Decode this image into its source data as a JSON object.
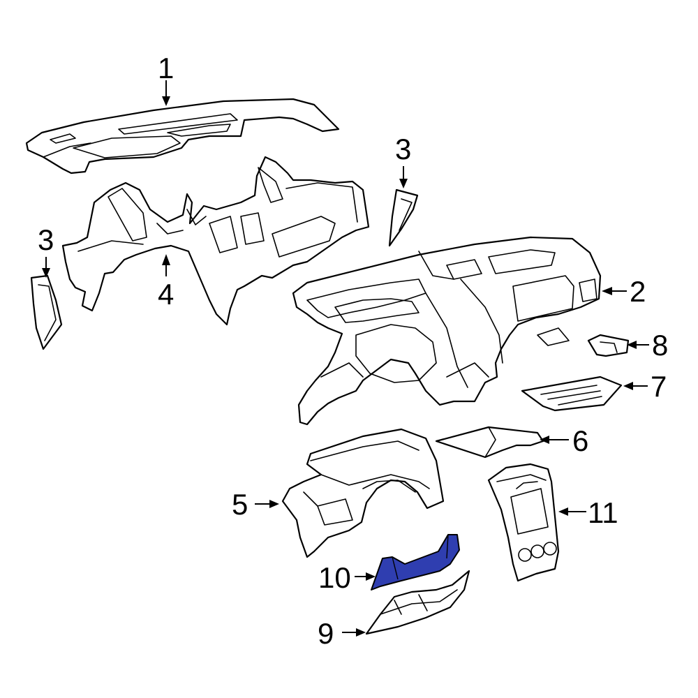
{
  "callouts": {
    "c1": "1",
    "c2": "2",
    "c3_right": "3",
    "c3_left": "3",
    "c4": "4",
    "c5": "5",
    "c6": "6",
    "c7": "7",
    "c8": "8",
    "c9": "9",
    "c10": "10",
    "c11": "11"
  },
  "colors": {
    "highlight_part": "#2f3eb0",
    "line": "#000000",
    "background": "#ffffff"
  }
}
